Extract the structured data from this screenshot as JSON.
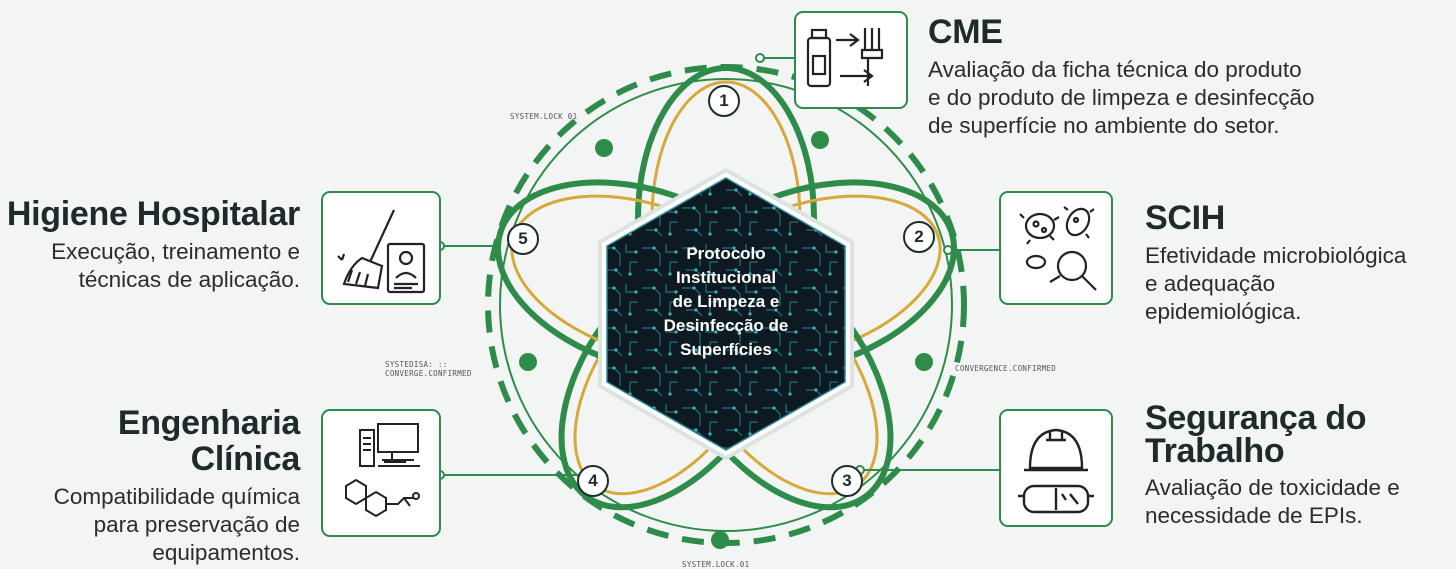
{
  "center": {
    "lines": [
      "Protocolo",
      "Institucional",
      "de Limpeza e",
      "Desinfecção de",
      "Superfícies"
    ]
  },
  "nodes": [
    {
      "number": "1",
      "title": "CME",
      "text": [
        "Avaliação da ficha técnica do produto",
        "e do produto de limpeza e desinfecção",
        "de superfície no ambiente do setor."
      ],
      "icon": "product-bottle-and-brushes-icon"
    },
    {
      "number": "2",
      "title": "SCIH",
      "text": [
        "Efetividade microbiológica",
        "e adequação",
        "epidemiológica."
      ],
      "icon": "microbes-magnifier-icon"
    },
    {
      "number": "3",
      "title": "Segurança do Trabalho",
      "title_lines": [
        "Segurança do",
        "Trabalho"
      ],
      "text": [
        "Avaliação de toxicidade e",
        "necessidade de EPIs."
      ],
      "icon": "hardhat-goggles-icon"
    },
    {
      "number": "4",
      "title": "Engenharia Clínica",
      "text": [
        "Compatibilidade química",
        "para preservação de",
        "equipamentos."
      ],
      "icon": "computer-chemistry-icon"
    },
    {
      "number": "5",
      "title": "Higiene Hospitalar",
      "text": [
        "Execução, treinamento e",
        "técnicas de aplicação."
      ],
      "icon": "broom-manual-icon"
    }
  ],
  "tech_labels": {
    "top": "SYSTEM.LOCK 01",
    "bottom": "SYSTEM.LOCK.01",
    "right": "CONVERGENCE.CONFIRMED",
    "left": [
      "SYSTEDISA: ::",
      "CONVERGE.CONFIRMED"
    ]
  },
  "colors": {
    "green": "#2e8b4a",
    "gold": "#d8a93a",
    "dark": "#0e1a22",
    "circuit": "#2a8a99"
  }
}
